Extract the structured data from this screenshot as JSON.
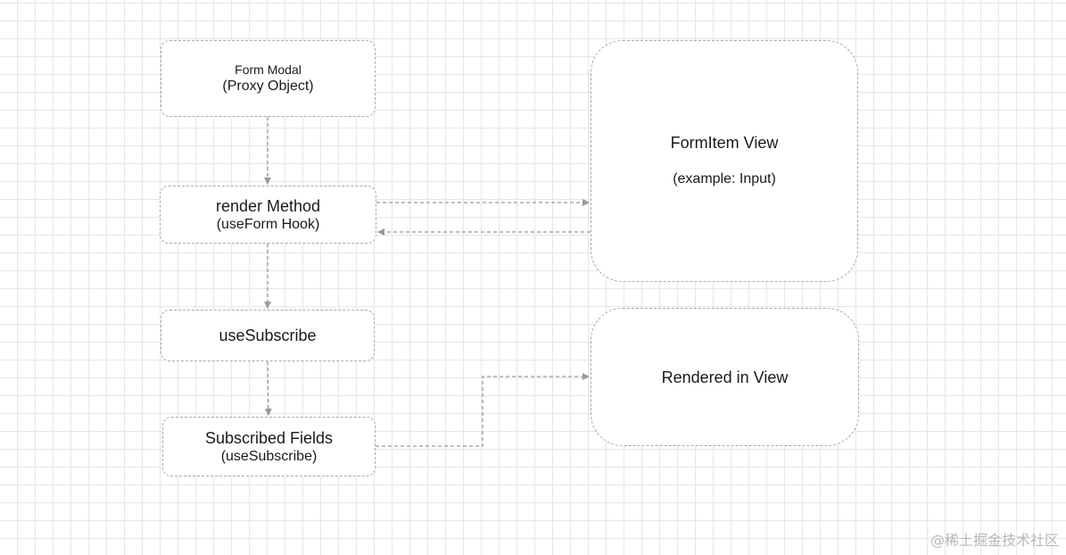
{
  "nodes": {
    "form_modal": {
      "title": "Form Modal",
      "subtitle": "(Proxy Object)"
    },
    "render_method": {
      "title": "render Method",
      "subtitle": "(useForm Hook)"
    },
    "use_subscribe": {
      "title": "useSubscribe"
    },
    "subscribed_fields": {
      "title": "Subscribed Fields",
      "subtitle": "(useSubscribe)"
    },
    "formitem_view": {
      "title": "FormItem View",
      "subtitle": "(example: Input)"
    },
    "rendered_in_view": {
      "title": "Rendered in View"
    }
  },
  "watermark": "@稀土掘金技术社区",
  "colors": {
    "edge": "#999999",
    "node_border": "#a9a9a9",
    "grid": "#e6e6e6"
  }
}
